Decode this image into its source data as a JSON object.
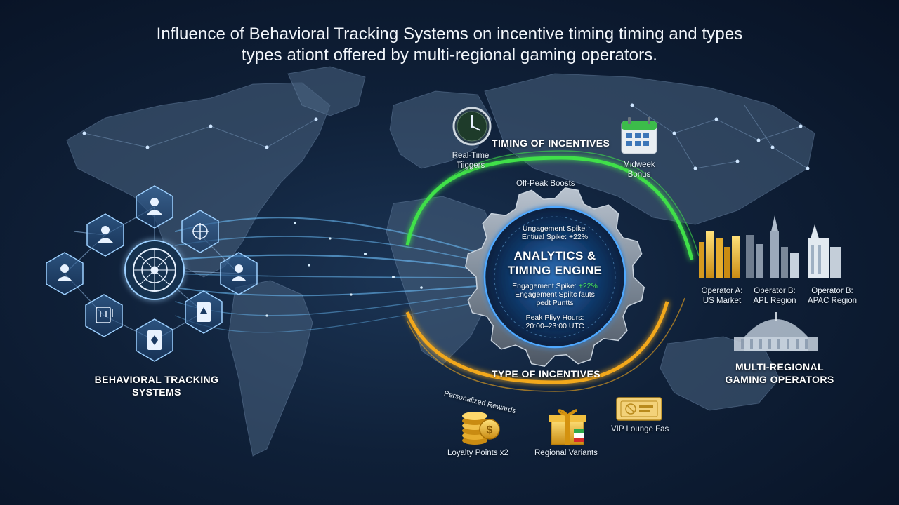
{
  "title": {
    "line1": "Influence of Behavioral Tracking Systems on incentive timing timing and types",
    "line2": "types ationt offered by multi-regional gaming operators."
  },
  "tracking": {
    "label_line1": "BEHAVIORAL TRACKING",
    "label_line2": "SYSTEMS"
  },
  "timing": {
    "heading": "TIMING OF INCENTIVES",
    "realtime_line1": "Real-Time",
    "realtime_line2": "Tiiggers",
    "offpeak": "Off-Peak Boosts",
    "midweek_line1": "Midweek",
    "midweek_line2": "Bonus"
  },
  "engine": {
    "top_line1": "Ungagement Spike:",
    "top_line2": "Entiual Spike: +22%",
    "title_line1": "ANALYTICS &",
    "title_line2": "TIMING ENGINE",
    "spike_prefix": "Engagement Spike: ",
    "spike_value": "+22%",
    "factor_line1": "Engagement Spiltc fauts",
    "factor_line2": "pedt Puntts",
    "peak_line1": "Peak Pliyy Hours:",
    "peak_line2": "20:00–23:00 UTC"
  },
  "types": {
    "heading": "TYPE OF INCENTIVES",
    "personalized": "Personalized Rewards",
    "loyalty": "Loyalty Points x2",
    "regional": "Regional Variants",
    "vip": "VIP Lounge Fas"
  },
  "operators": {
    "a_line1": "Operator A:",
    "a_line2": "US Market",
    "b_line1": "Operator B:",
    "b_line2": "APL Region",
    "c_line1": "Operator B:",
    "c_line2": "APAC Region",
    "label_line1": "MULTI-REGIONAL",
    "label_line2": "GAMING OPERATORS"
  },
  "colors": {
    "timing_arc": "#3fe04a",
    "types_arc": "#f2a81c",
    "accent_green": "#44e35a",
    "flow_blue": "#6fc3ff",
    "gear": "#8a97a6"
  },
  "icons": [
    "user-icon",
    "roulette-icon",
    "slot-machine-icon",
    "playing-card-icon",
    "clock-icon",
    "calendar-icon",
    "coins-icon",
    "gift-icon",
    "ticket-icon",
    "city-skyline-icon",
    "casino-dome-icon",
    "gear-icon"
  ]
}
